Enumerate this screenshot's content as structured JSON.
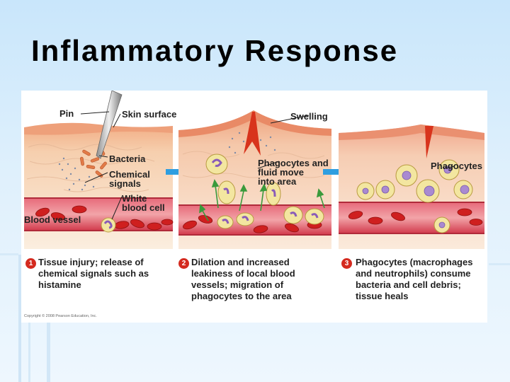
{
  "slide": {
    "title": "Inflammatory Response"
  },
  "figure": {
    "panel1_labels": {
      "pin": "Pin",
      "skin_surface": "Skin surface",
      "bacteria": "Bacteria",
      "chemical_signals": "Chemical\nsignals",
      "white_blood_cell": "White\nblood cell",
      "blood_vessel": "Blood vessel"
    },
    "panel2_labels": {
      "swelling": "Swelling",
      "phagocytes_fluid": "Phagocytes and\nfluid move\ninto area"
    },
    "panel3_labels": {
      "phagocytes": "Phagocytes"
    },
    "steps": [
      {
        "number": "1",
        "text": "Tissue injury; release of chemical signals such as histamine"
      },
      {
        "number": "2",
        "text": "Dilation and increased leakiness of local blood vessels; migration of phagocytes to the area"
      },
      {
        "number": "3",
        "text": "Phagocytes (macrophages and neutrophils) consume bacteria and cell debris; tissue heals"
      }
    ],
    "copyright": "Copyright © 2008 Pearson Education, Inc.",
    "colors": {
      "skin_top": "#f3b58c",
      "skin_body": "#f9e6d0",
      "vessel": "#d8344a",
      "red_blood_cell": "#cf1f1f",
      "phagocyte": "#f3e6a0",
      "nucleus": "#a98ad1",
      "arrow_blue": "#2e9ee0",
      "migration_arrow": "#3a9a3c",
      "step_badge": "#d42a1f"
    }
  }
}
